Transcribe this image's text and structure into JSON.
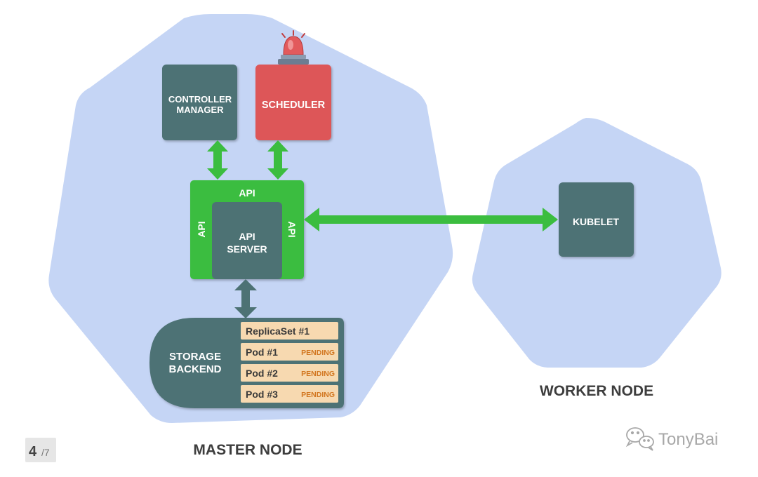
{
  "colors": {
    "node_bg": "#c5d5f5",
    "component": "#4d7274",
    "scheduler": "#dd5659",
    "api_green": "#3bbd3f",
    "pod_bg": "#f7d9b0",
    "pending": "#d2761f"
  },
  "master": {
    "label": "MASTER NODE",
    "controller": [
      "CONTROLLER",
      "MANAGER"
    ],
    "scheduler": "SCHEDULER",
    "api_top": "API",
    "api_left": "API",
    "api_right": "API",
    "api_server": [
      "API",
      "SERVER"
    ],
    "storage": [
      "STORAGE",
      "BACKEND"
    ],
    "replicaset": "ReplicaSet #1",
    "pods": [
      {
        "name": "Pod #1",
        "status": "PENDING"
      },
      {
        "name": "Pod #2",
        "status": "PENDING"
      },
      {
        "name": "Pod #3",
        "status": "PENDING"
      }
    ]
  },
  "worker": {
    "label": "WORKER NODE",
    "kubelet": "KUBELET"
  },
  "icons": {
    "alarm": "siren-alarm-icon",
    "watermark": "wechat-icon"
  },
  "pager": {
    "current": "4",
    "total": "/7"
  },
  "watermark": {
    "text": "TonyBai"
  }
}
